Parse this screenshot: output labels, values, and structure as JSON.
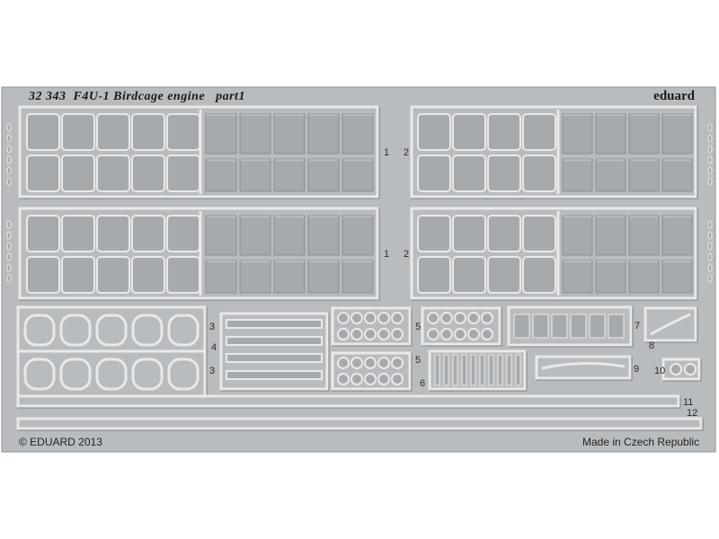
{
  "sheet": {
    "code": "32 343",
    "title": "F4U-1 Birdcage engine",
    "part": "part1",
    "brand": "eduard",
    "copyright": "© EDUARD 2013",
    "origin": "Made in Czech Republic"
  },
  "part_numbers": [
    "1",
    "2",
    "3",
    "4",
    "5",
    "6",
    "7",
    "8",
    "9",
    "10",
    "11",
    "12"
  ],
  "colors": {
    "fret": "#b9bcbf",
    "part_face": "#a7aaad",
    "etch_line": "#e8e9ea",
    "shadow": "#7d8083",
    "background": "#ffffff"
  }
}
